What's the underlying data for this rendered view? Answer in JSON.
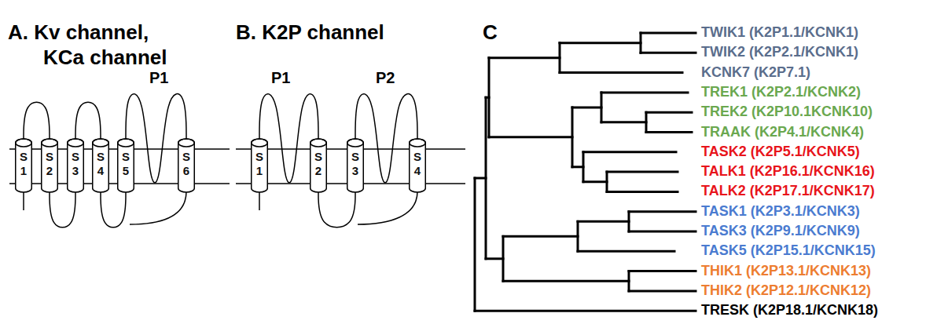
{
  "diagram": {
    "nodes": [
      {
        "text": [
          "S 1"
        ]
      },
      {
        "text": [
          "S 2"
        ]
      },
      {
        "text": [
          "S 3"
        ]
      },
      {
        "text": [
          "S 4"
        ]
      },
      {
        "text": [
          "S 5"
        ]
      },
      {
        "text": [
          "S 6"
        ]
      },
      {
        "text": [
          "S 1"
        ]
      },
      {
        "text": [
          "S 2"
        ]
      },
      {
        "text": [
          "S 3"
        ]
      },
      {
        "text": [
          "S 4"
        ]
      }
    ],
    "edges": [
      {
        "from": 0,
        "to": 1,
        "arrow": "none"
      },
      {
        "from": 1,
        "to": 2,
        "arrow": "none"
      },
      {
        "from": 2,
        "to": 3,
        "arrow": "none"
      },
      {
        "from": 3,
        "to": 4,
        "arrow": "none"
      },
      {
        "from": 4,
        "to": 5,
        "arrow": "none"
      },
      {
        "from": 6,
        "to": 7,
        "arrow": "none"
      },
      {
        "from": 7,
        "to": 8,
        "arrow": "none"
      },
      {
        "from": 8,
        "to": 9,
        "arrow": "none"
      }
    ],
    "labels": [
      "A. Kv channel,",
      "KCa channel",
      "P1",
      "B. K2P channel",
      "P1",
      "P2",
      "C",
      "TWIK1 (K2P1.1/KCNK1)",
      "TWIK2 (K2P2.1/KCNK1)",
      "KCNK7 (K2P7.1)",
      "TREK1 (K2P2.1/KCNK2)",
      "TREK2 (K2P10.1KCNK10)",
      "TRAAK (K2P4.1/KCNK4)",
      "TASK2 (K2P5.1/KCNK5)",
      "TALK1 (K2P16.1/KCNK16)",
      "TALK2 (K2P17.1/KCNK17)",
      "TASK1 (K2P3.1/KCNK3)",
      "TASK3 (K2P9.1/KCNK9)",
      "TASK5 (K2P15.1/KCNK15)",
      "THIK1 (K2P13.1/KCNK13)",
      "THIK2 (K2P12.1/KCNK12)",
      "TRESK (K2P18.1/KCNK18)"
    ]
  }
}
